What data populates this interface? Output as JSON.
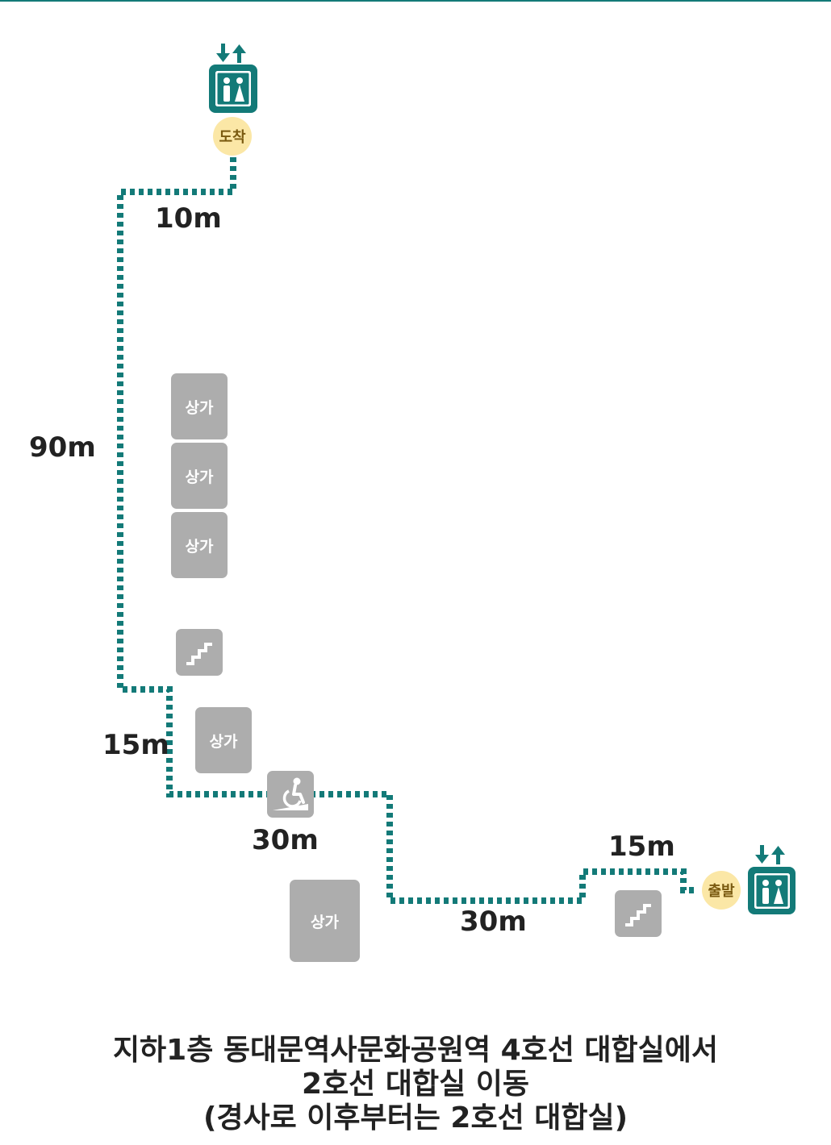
{
  "colors": {
    "route": "#137a78",
    "shop": "#adadad",
    "elevator": "#137a78",
    "badge": "#fbe7a6",
    "badge_text": "#7a5a10",
    "text": "#222222"
  },
  "endpoints": {
    "arrival_label": "도착",
    "departure_label": "출발"
  },
  "distances": {
    "d1": "10m",
    "d2": "90m",
    "d3": "15m",
    "d4": "30m",
    "d5": "30m",
    "d6": "15m"
  },
  "shops": {
    "s1": "상가",
    "s2": "상가",
    "s3": "상가",
    "s4": "상가",
    "s5": "상가"
  },
  "icons": {
    "elevator": "elevator-icon",
    "stairs": "stairs-icon",
    "ramp": "wheelchair-ramp-icon",
    "updown": "up-down-arrows-icon"
  },
  "caption": {
    "line1": "지하1층 동대문역사문화공원역 4호선 대합실에서",
    "line2": "2호선 대합실 이동",
    "line3": "(경사로 이후부터는 2호선 대합실)"
  }
}
